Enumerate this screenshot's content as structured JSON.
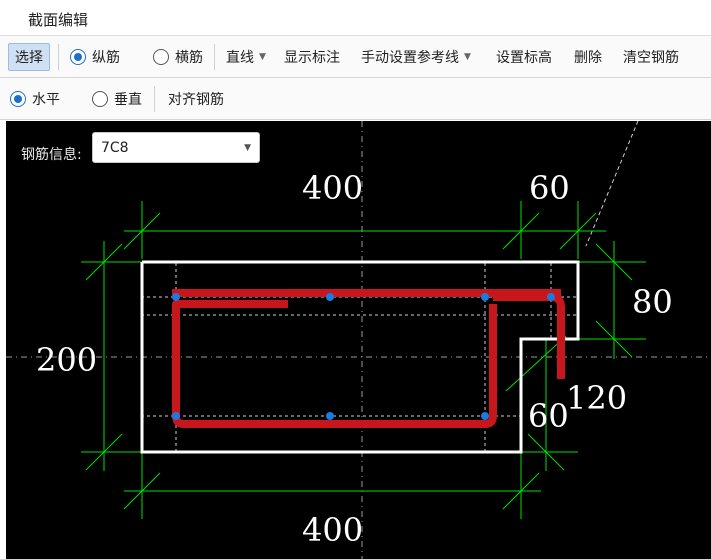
{
  "window": {
    "title": "截面编辑"
  },
  "toolbar1": {
    "select": "选择",
    "longitudinal": "纵筋",
    "transverse": "横筋",
    "line": "直线",
    "show_annotation": "显示标注",
    "manual_reference": "手动设置参考线",
    "set_elevation": "设置标高",
    "delete": "删除",
    "clear_rebar": "清空钢筋"
  },
  "toolbar2": {
    "horizontal": "水平",
    "vertical": "垂直",
    "align_rebar": "对齐钢筋"
  },
  "rebar_info": {
    "label": "钢筋信息:",
    "value": "7C8"
  },
  "dimensions": {
    "top_width": "400",
    "top_step": "60",
    "left_height": "200",
    "right_top": "80",
    "right_mid": "120",
    "right_step": "60",
    "bottom_width": "400"
  },
  "colors": {
    "canvas_bg": "#000000",
    "section_outline": "#ffffff",
    "dimension_line": "#00e000",
    "rebar": "#c8161d",
    "rebar_point": "#1c7ae0"
  }
}
